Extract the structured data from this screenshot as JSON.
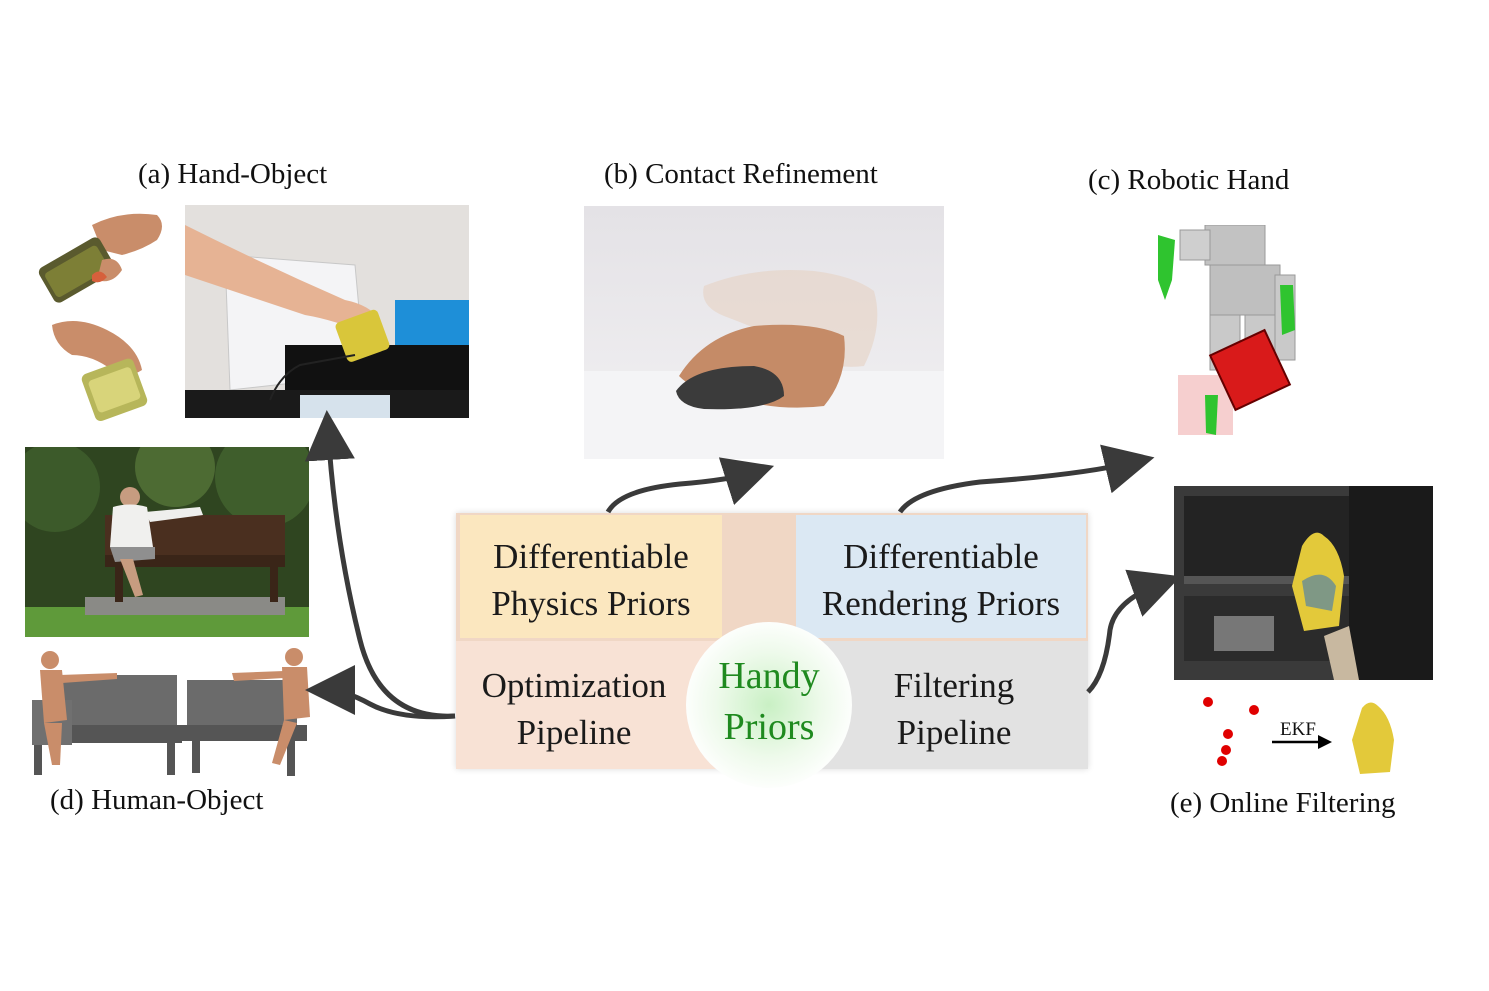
{
  "captions": {
    "a": "(a) Hand-Object",
    "b": "(b) Contact Refinement",
    "c": "(c) Robotic Hand",
    "d": "(d) Human-Object",
    "e": "(e) Online Filtering"
  },
  "center": {
    "physics_line1": "Differentiable",
    "physics_line2": "Physics Priors",
    "rendering_line1": "Differentiable",
    "rendering_line2": "Rendering Priors",
    "optimization_line1": "Optimization",
    "optimization_line2": "Pipeline",
    "filtering_line1": "Filtering",
    "filtering_line2": "Pipeline",
    "hub_line1": "Handy",
    "hub_line2": "Priors"
  },
  "ekf_label": "EKF",
  "colors": {
    "physics": "#fbe7bf",
    "rendering": "#dbe8f3",
    "optimization": "#f8e2d5",
    "filtering": "#e2e2e2",
    "hub_text": "#1f8a1f",
    "arrow": "#3a3a3a",
    "keypoint": "#e00000"
  }
}
